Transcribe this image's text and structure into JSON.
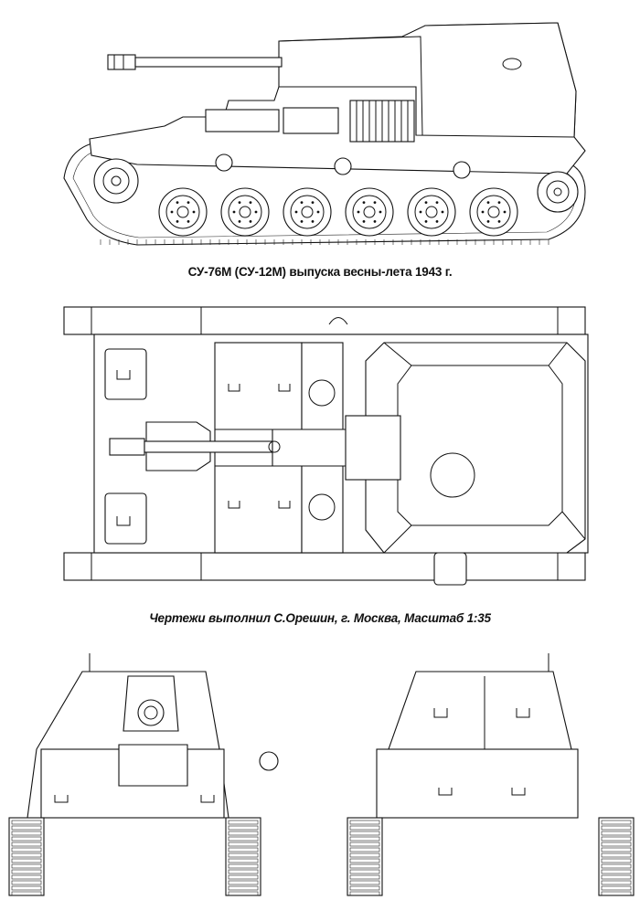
{
  "captions": {
    "side_view_title": "СУ-76М (СУ-12М) выпуска весны-лета 1943 г.",
    "credits": "Чертежи выполнил С.Орешин, г. Москва, Масштаб 1:35"
  },
  "colors": {
    "line": "#111111",
    "paper": "#ffffff"
  },
  "views": {
    "side_road_wheels": 6,
    "side_return_rollers": 3,
    "front_track_links": 14,
    "rear_track_links": 14
  }
}
